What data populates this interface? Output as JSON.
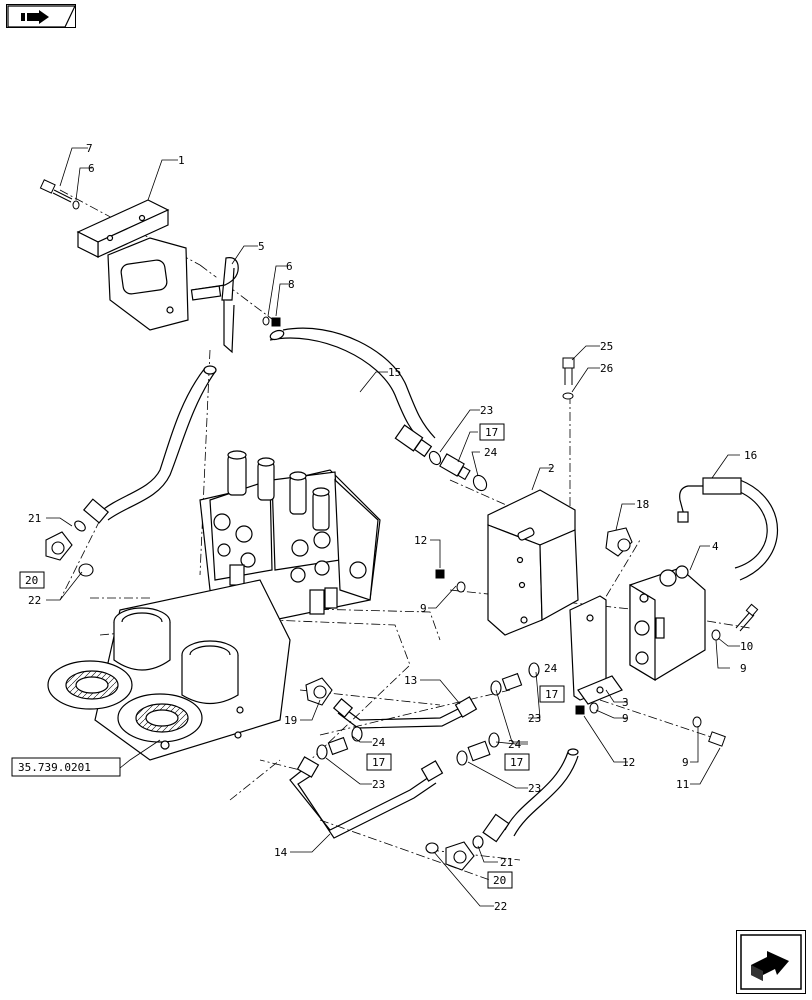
{
  "toolbar": {
    "back_icon": "back-arrow-icon"
  },
  "footer": {
    "next_icon": "next-arrow-icon"
  },
  "reference_label": "35.739.0201",
  "callouts": {
    "c1": "1",
    "c2": "2",
    "c3": "3",
    "c4": "4",
    "c5": "5",
    "c6a": "6",
    "c6b": "6",
    "c7": "7",
    "c8": "8",
    "c9a": "9",
    "c9b": "9",
    "c9c": "9",
    "c9d": "9",
    "c10": "10",
    "c11": "11",
    "c12a": "12",
    "c12b": "12",
    "c13": "13",
    "c14": "14",
    "c15": "15",
    "c16": "16",
    "c18": "18",
    "c19": "19",
    "c21a": "21",
    "c21b": "21",
    "c22a": "22",
    "c22b": "22",
    "c23a": "23",
    "c23b": "23",
    "c23c": "23",
    "c23d": "23",
    "c24a": "24",
    "c24b": "24",
    "c24c": "24",
    "c24d": "24",
    "c25": "25",
    "c26": "26"
  },
  "boxed_callouts": {
    "b17a": "17",
    "b17b": "17",
    "b17c": "17",
    "b17d": "17",
    "b20a": "20",
    "b20b": "20"
  }
}
